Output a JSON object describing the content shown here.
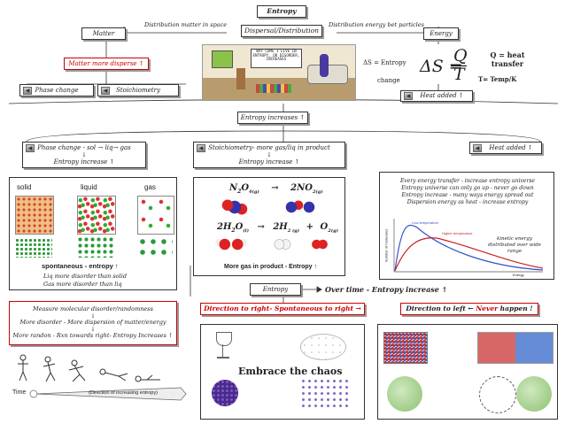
{
  "title": "Entropy",
  "header": {
    "dispersal": "Dispersal/Distribution",
    "matter": "Matter",
    "energy": "Energy",
    "dist_matter": "Distribution matter in space",
    "dist_energy": "Distribution energy bet particles",
    "matter_disperse": "Matter more disperse ↑",
    "phase_change": "Phase change",
    "stoichiometry": "Stoichiometry",
    "heat_added_top": "Heat added ↑",
    "room_sign": "WAY COME I LIVE IN ENTROPY, OR DISORDER, INCREASES"
  },
  "formula": {
    "delta_s_label": "ΔS = Entropy",
    "change": "change",
    "q_label": "Q = heat transfer",
    "t_label": "T= Temp/K",
    "lhs": "ΔS =",
    "num": "Q",
    "den": "T"
  },
  "entropy_increases": "Entropy increases ↑",
  "row2": {
    "phase": "Phase change - sol → liq→ gas",
    "phase_arrow": "↓",
    "phase_result": "Entropy increase ↑",
    "stoich": "Stoichiometry- more gas/liq in product",
    "stoich_arrow": "↓",
    "stoich_result": "Entropy increase ↑",
    "heat": "Heat added ↑"
  },
  "phase_panel": {
    "solid": "solid",
    "liquid": "liquid",
    "gas": "gas",
    "spontaneous": "spontaneous - entropy ↑",
    "note1": "Liq more disorder than solid",
    "note2": "Gas more disorder than liq"
  },
  "reaction_panel": {
    "r1_lhs": "N",
    "r1_sub1": "2",
    "r1_mid": "O",
    "r1_sub2": "4(g)",
    "r1_arrow": "→",
    "r1_rhs": "2NO",
    "r1_rhs_sub": "2(g)",
    "r2_lhs": "2H",
    "r2_sub1": "2",
    "r2_mid": "O",
    "r2_sub2": "(l)",
    "r2_arrow": "→",
    "r2_rhs1": "2H",
    "r2_rhs1_sub": "2 (g)",
    "r2_plus": "+",
    "r2_rhs2": "O",
    "r2_rhs2_sub": "2(g)",
    "footer": "More gas in product - Entropy ↑"
  },
  "energy_panel": {
    "line1": "Every energy transfer - increase entropy universe",
    "line2": "Entropy universe can only go up - never go down",
    "line3": "Entropy increase - many ways energy spread out",
    "line4": "Dispersion energy as heat - increase entropy",
    "kinetic": "kinetic energy distributed over wide range",
    "xlabel": "Energy",
    "ylabel": "Number of molecules",
    "curve_low": "Low temperature",
    "curve_high": "Higher temperature"
  },
  "time_row": {
    "entropy": "Entropy",
    "over_time": "Over time - Entropy increase ↑"
  },
  "measure_box": {
    "l1": "Measure molecular disorder/randomness",
    "a1": "↓",
    "l2": "More disorder - More dispersion of matter/energy",
    "a2": "↓",
    "l3": "More randon - Rxn towards right- Entropy Increases ↑"
  },
  "direction_right": "Direction to right- Spontaneous to right →",
  "direction_left_pre": "Direction to left ← ",
  "direction_left_never": "Never",
  "direction_left_post": " happen !",
  "embrace": "Embrace the chaos",
  "time_axis": {
    "time": "Time",
    "direction": "(Direction of increasing entropy)"
  },
  "colors": {
    "accent_red": "#cc0000",
    "curve_blue": "#3355cc",
    "curve_red": "#cc2222"
  }
}
